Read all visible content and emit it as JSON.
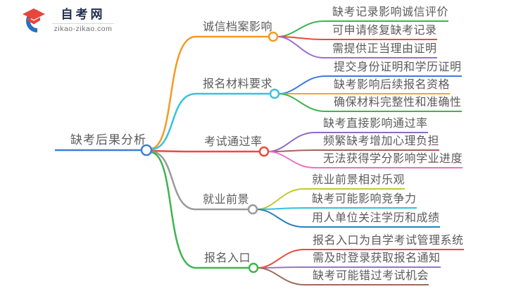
{
  "logo": {
    "site_name": "自考网",
    "site_url": "zikao-zikao.com",
    "icon": "graduation-cap-icon",
    "icon_colors": {
      "swoosh": "#2a70bd",
      "cap": "#e8453c"
    }
  },
  "mindmap": {
    "root": {
      "label": "缺考后果分析",
      "color": "#3d7dd8"
    },
    "branches": [
      {
        "label": "诚信档案影响",
        "color": "#f59a23",
        "leaves": [
          {
            "text": "缺考记录影响诚信评价",
            "color": "#3cb54e"
          },
          {
            "text": "可申请修复缺考记录",
            "color": "#e74c3c"
          },
          {
            "text": "需提供正当理由证明",
            "color": "#9d6fd0"
          }
        ]
      },
      {
        "label": "报名材料要求",
        "color": "#35c3e1",
        "leaves": [
          {
            "text": "提交身份证明和学历证明",
            "color": "#3d7dd8"
          },
          {
            "text": "缺考影响后续报名资格",
            "color": "#f5a623"
          },
          {
            "text": "确保材料完整性和准确性",
            "color": "#3cb54e"
          }
        ]
      },
      {
        "label": "考试通过率",
        "color": "#e74c3c",
        "leaves": [
          {
            "text": "缺考直接影响通过率",
            "color": "#8d6bc8"
          },
          {
            "text": "频繁缺考增加心理负担",
            "color": "#a8625f"
          },
          {
            "text": "无法获得学分影响学业进度",
            "color": "#ee6fc5"
          }
        ]
      },
      {
        "label": "就业前景",
        "color": "#9b9b9b",
        "leaves": [
          {
            "text": "就业前景相对乐观",
            "color": "#c2c832"
          },
          {
            "text": "缺考可能影响竞争力",
            "color": "#32c1e0"
          },
          {
            "text": "用人单位关注学历和成绩",
            "color": "#2680c4"
          }
        ]
      },
      {
        "label": "报名入口",
        "color": "#3cb54e",
        "leaves": [
          {
            "text": "报名入口为自学考试管理系统",
            "color": "#e74c3c"
          },
          {
            "text": "需及时登录获取报名通知",
            "color": "#9575d2"
          },
          {
            "text": "缺考可能错过考试机会",
            "color": "#9c6b58"
          }
        ]
      }
    ]
  }
}
